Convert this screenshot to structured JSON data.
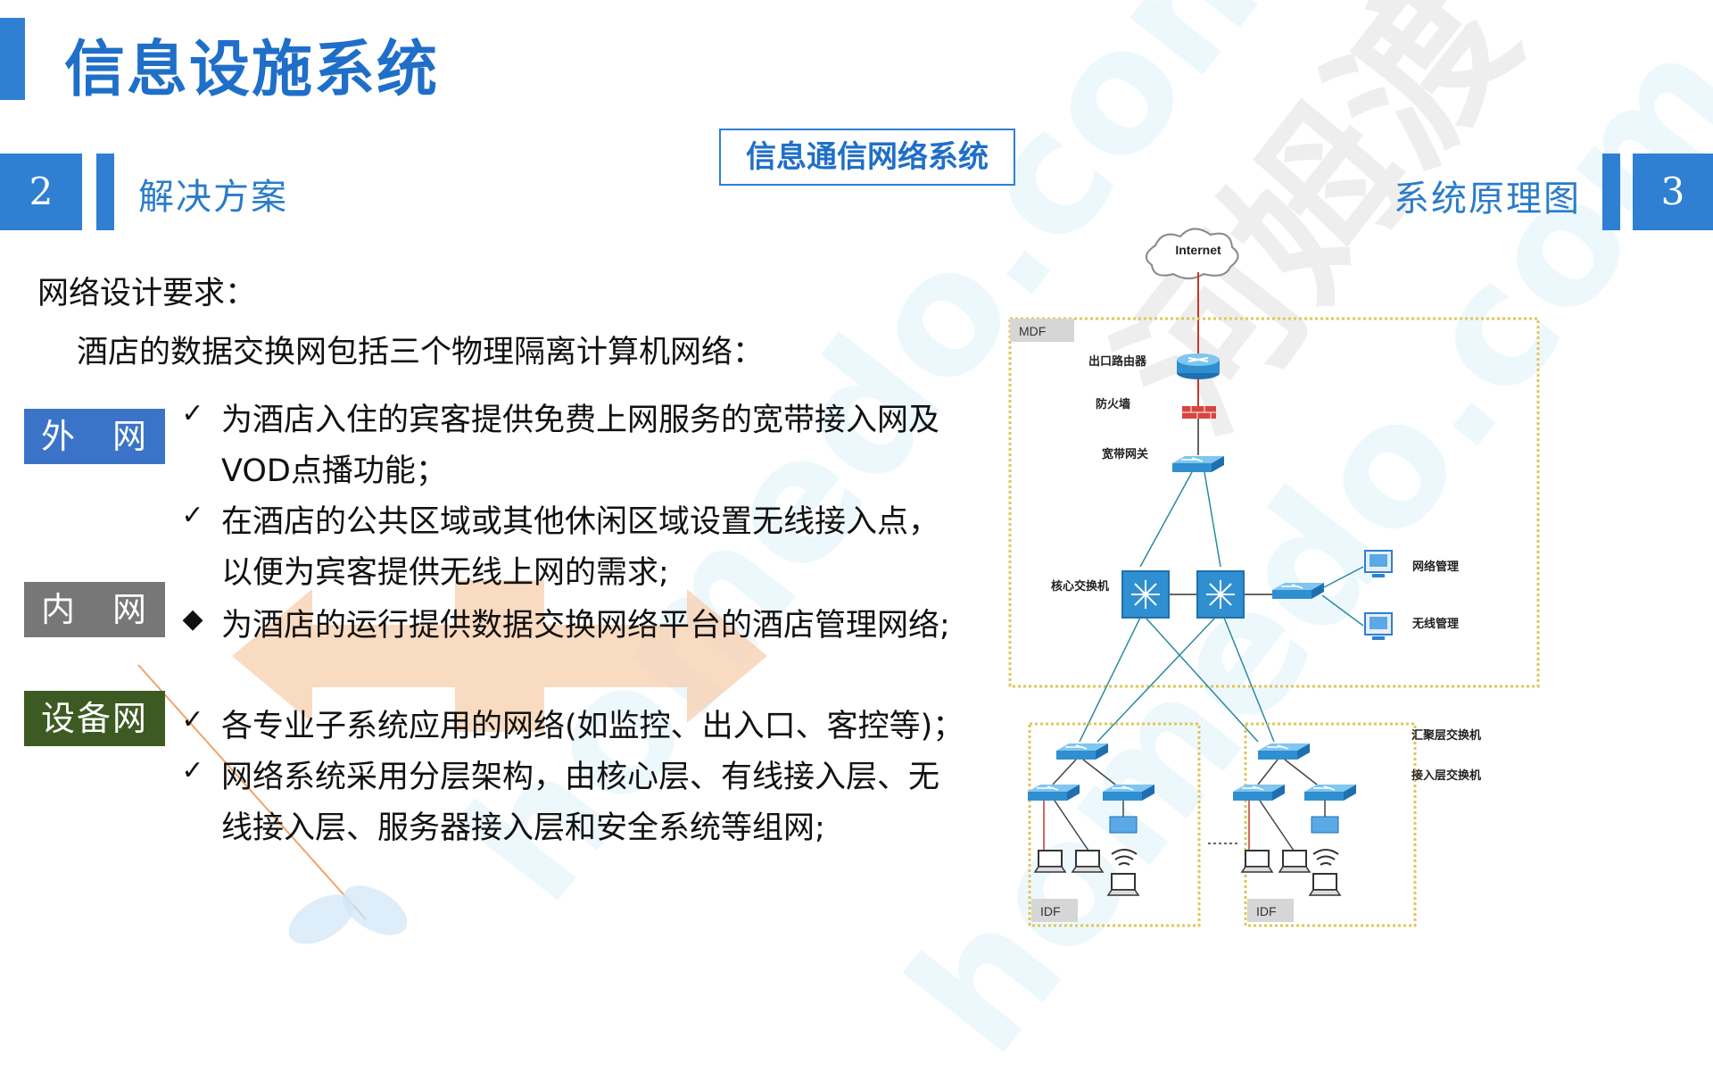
{
  "title": "信息设施系统",
  "left_section": {
    "number": "2",
    "heading": "解决方案"
  },
  "center_label": "信息通信网络系统",
  "right_section": {
    "number": "3",
    "heading": "系统原理图"
  },
  "requirements": {
    "heading": "网络设计要求：",
    "intro": "酒店的数据交换网包括三个物理隔离计算机网络：",
    "groups": [
      {
        "tag": "外　网",
        "color": "#3b73c8",
        "items": [
          {
            "mark": "✓",
            "lines": [
              "为酒店入住的宾客提供免费上网服务的宽带接入网及",
              "VOD点播功能；"
            ]
          },
          {
            "mark": "✓",
            "lines": [
              "在酒店的公共区域或其他休闲区域设置无线接入点，",
              "以便为宾客提供无线上网的需求;"
            ]
          }
        ]
      },
      {
        "tag": "内　网",
        "color": "#777777",
        "items": [
          {
            "mark": "◆",
            "lines": [
              "为酒店的运行提供数据交换网络平台的酒店管理网络;"
            ]
          }
        ]
      },
      {
        "tag": "设备网",
        "color": "#3d5a23",
        "items": [
          {
            "mark": "✓",
            "lines": [
              "各专业子系统应用的网络(如监控、出入口、客控等)；"
            ]
          },
          {
            "mark": "✓",
            "lines": [
              "网络系统采用分层架构，由核心层、有线接入层、无",
              "线接入层、服务器接入层和安全系统等组网;"
            ]
          }
        ]
      }
    ]
  },
  "diagram": {
    "internet": "Internet",
    "mdf": "MDF",
    "idf": "IDF",
    "labels": {
      "router": "出口路由器",
      "firewall": "防火墙",
      "gateway": "宽带网关",
      "core": "核心交换机",
      "net_mgmt": "网络管理",
      "wireless_mgmt": "无线管理",
      "aggregation": "汇聚层交换机",
      "access": "接入层交换机"
    }
  },
  "colors": {
    "accent": "#2f7fd3",
    "arrow": "#f7cfae"
  }
}
